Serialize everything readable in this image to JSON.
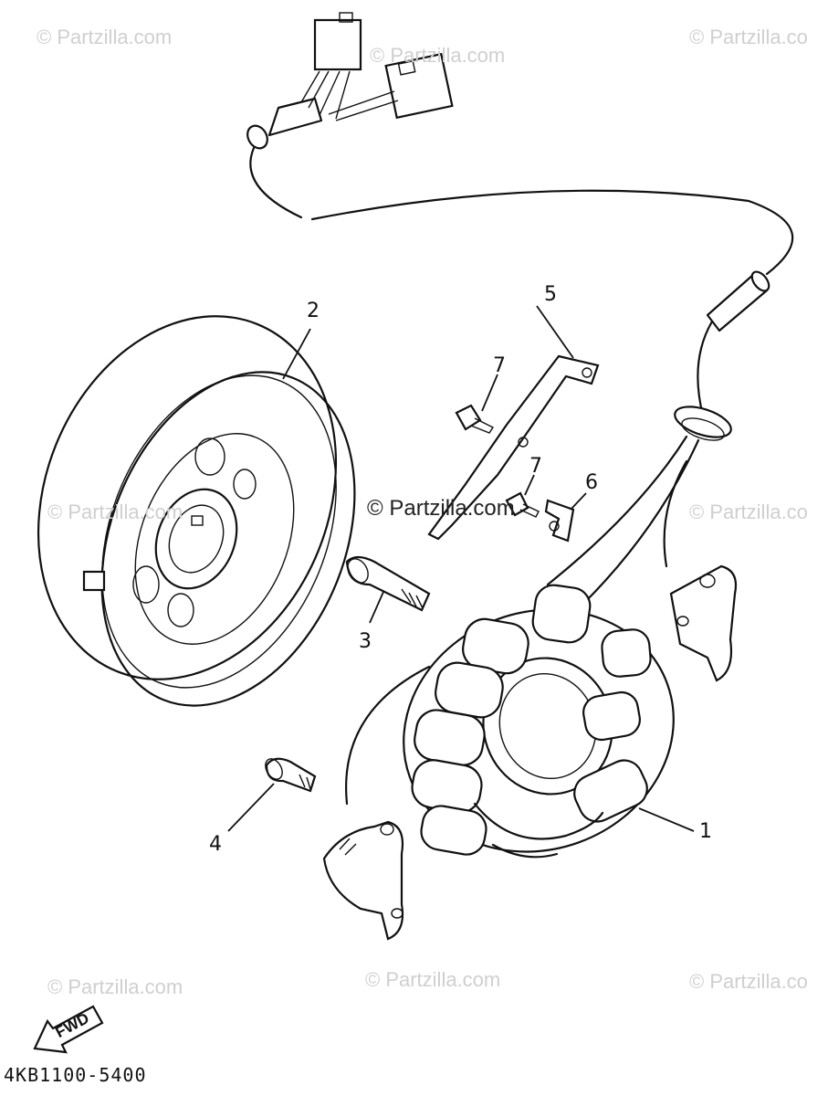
{
  "watermark": "© Partzilla.com",
  "watermark_cut": "© Partzilla.co",
  "center_watermark": "© Partzilla.com",
  "drawing_code": "4KB1100-5400",
  "fwd_label": "FWD",
  "callouts": {
    "c1": "1",
    "c2": "2",
    "c3": "3",
    "c4": "4",
    "c5": "5",
    "c6": "6",
    "c7a": "7",
    "c7b": "7"
  }
}
